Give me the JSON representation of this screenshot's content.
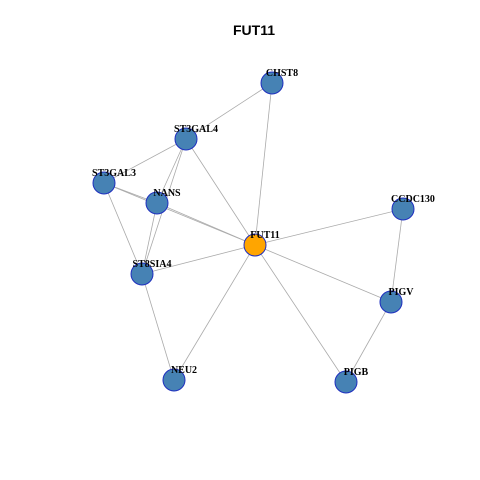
{
  "title": "FUT11",
  "colors": {
    "center_node": "#FFA500",
    "neighbor_node": "#4682B4",
    "node_border": "#1F2FBF",
    "edge": "#AAAAAA"
  },
  "nodes": [
    {
      "id": "FUT11",
      "label": "FUT11",
      "role": "center"
    },
    {
      "id": "CHST8",
      "label": "CHST8",
      "role": "neighbor"
    },
    {
      "id": "ST3GAL4",
      "label": "ST3GAL4",
      "role": "neighbor"
    },
    {
      "id": "ST3GAL3",
      "label": "ST3GAL3",
      "role": "neighbor"
    },
    {
      "id": "NANS",
      "label": "NANS",
      "role": "neighbor"
    },
    {
      "id": "ST8SIA4",
      "label": "ST8SIA4",
      "role": "neighbor"
    },
    {
      "id": "CCDC130",
      "label": "CCDC130",
      "role": "neighbor"
    },
    {
      "id": "PIGV",
      "label": "PIGV",
      "role": "neighbor"
    },
    {
      "id": "PIGB",
      "label": "PIGB",
      "role": "neighbor"
    },
    {
      "id": "NEU2",
      "label": "NEU2",
      "role": "neighbor"
    }
  ],
  "edges": [
    [
      "FUT11",
      "CHST8"
    ],
    [
      "FUT11",
      "ST3GAL4"
    ],
    [
      "FUT11",
      "ST3GAL3"
    ],
    [
      "FUT11",
      "NANS"
    ],
    [
      "FUT11",
      "ST8SIA4"
    ],
    [
      "FUT11",
      "CCDC130"
    ],
    [
      "FUT11",
      "PIGV"
    ],
    [
      "FUT11",
      "PIGB"
    ],
    [
      "FUT11",
      "NEU2"
    ],
    [
      "CHST8",
      "ST3GAL4"
    ],
    [
      "ST3GAL4",
      "ST3GAL3"
    ],
    [
      "ST3GAL4",
      "NANS"
    ],
    [
      "ST3GAL4",
      "ST8SIA4"
    ],
    [
      "ST3GAL3",
      "NANS"
    ],
    [
      "ST3GAL3",
      "ST8SIA4"
    ],
    [
      "NANS",
      "ST8SIA4"
    ],
    [
      "ST8SIA4",
      "NEU2"
    ],
    [
      "CCDC130",
      "PIGV"
    ],
    [
      "PIGV",
      "PIGB"
    ]
  ]
}
